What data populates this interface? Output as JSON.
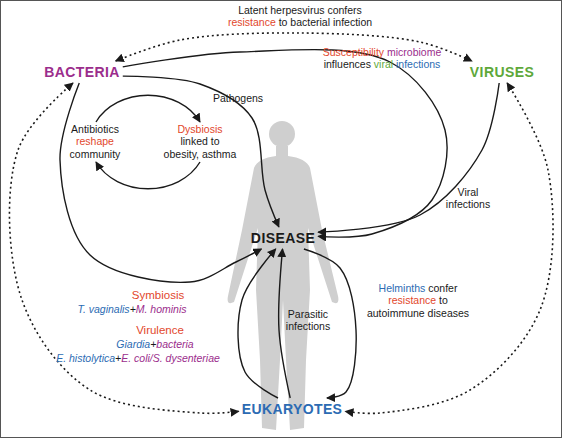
{
  "diagram": {
    "nodes": [
      {
        "text": [
          "BACTERIA"
        ]
      },
      {
        "text": [
          "VIRUSES"
        ]
      },
      {
        "text": [
          "DISEASE"
        ]
      },
      {
        "text": [
          "EUKARYOTES"
        ]
      }
    ],
    "edges": [
      {
        "from": 0,
        "to": 1,
        "arrow": "both",
        "label": "Latent herpesvirus confers resistance to bacterial infection"
      },
      {
        "from": 0,
        "to": 2,
        "arrow": "to",
        "label": "Pathogens"
      },
      {
        "from": 0,
        "to": 2,
        "arrow": "to",
        "label": "Susceptibility microbiome influences viral infections"
      },
      {
        "from": 1,
        "to": 2,
        "arrow": "to",
        "label": "Viral infections"
      },
      {
        "from": 0,
        "to": 2,
        "arrow": "to"
      },
      {
        "from": 3,
        "to": 2,
        "arrow": "to"
      },
      {
        "from": 3,
        "to": 2,
        "arrow": "to",
        "label": "Parasitic infections"
      },
      {
        "from": 2,
        "to": 3,
        "arrow": "to",
        "label": "Helminths confer resistance to autoimmune diseases"
      },
      {
        "from": 0,
        "to": 3,
        "arrow": "both"
      },
      {
        "from": 1,
        "to": 3,
        "arrow": "both"
      }
    ],
    "labels": [
      "Antibiotics reshape community",
      "Dysbiosis linked to obesity, asthma",
      "Symbiosis",
      "T. vaginalis+M. hominis",
      "Virulence",
      "Giardia+bacteria",
      "E. histolytica+E. coli/S. dysenteriae"
    ]
  }
}
